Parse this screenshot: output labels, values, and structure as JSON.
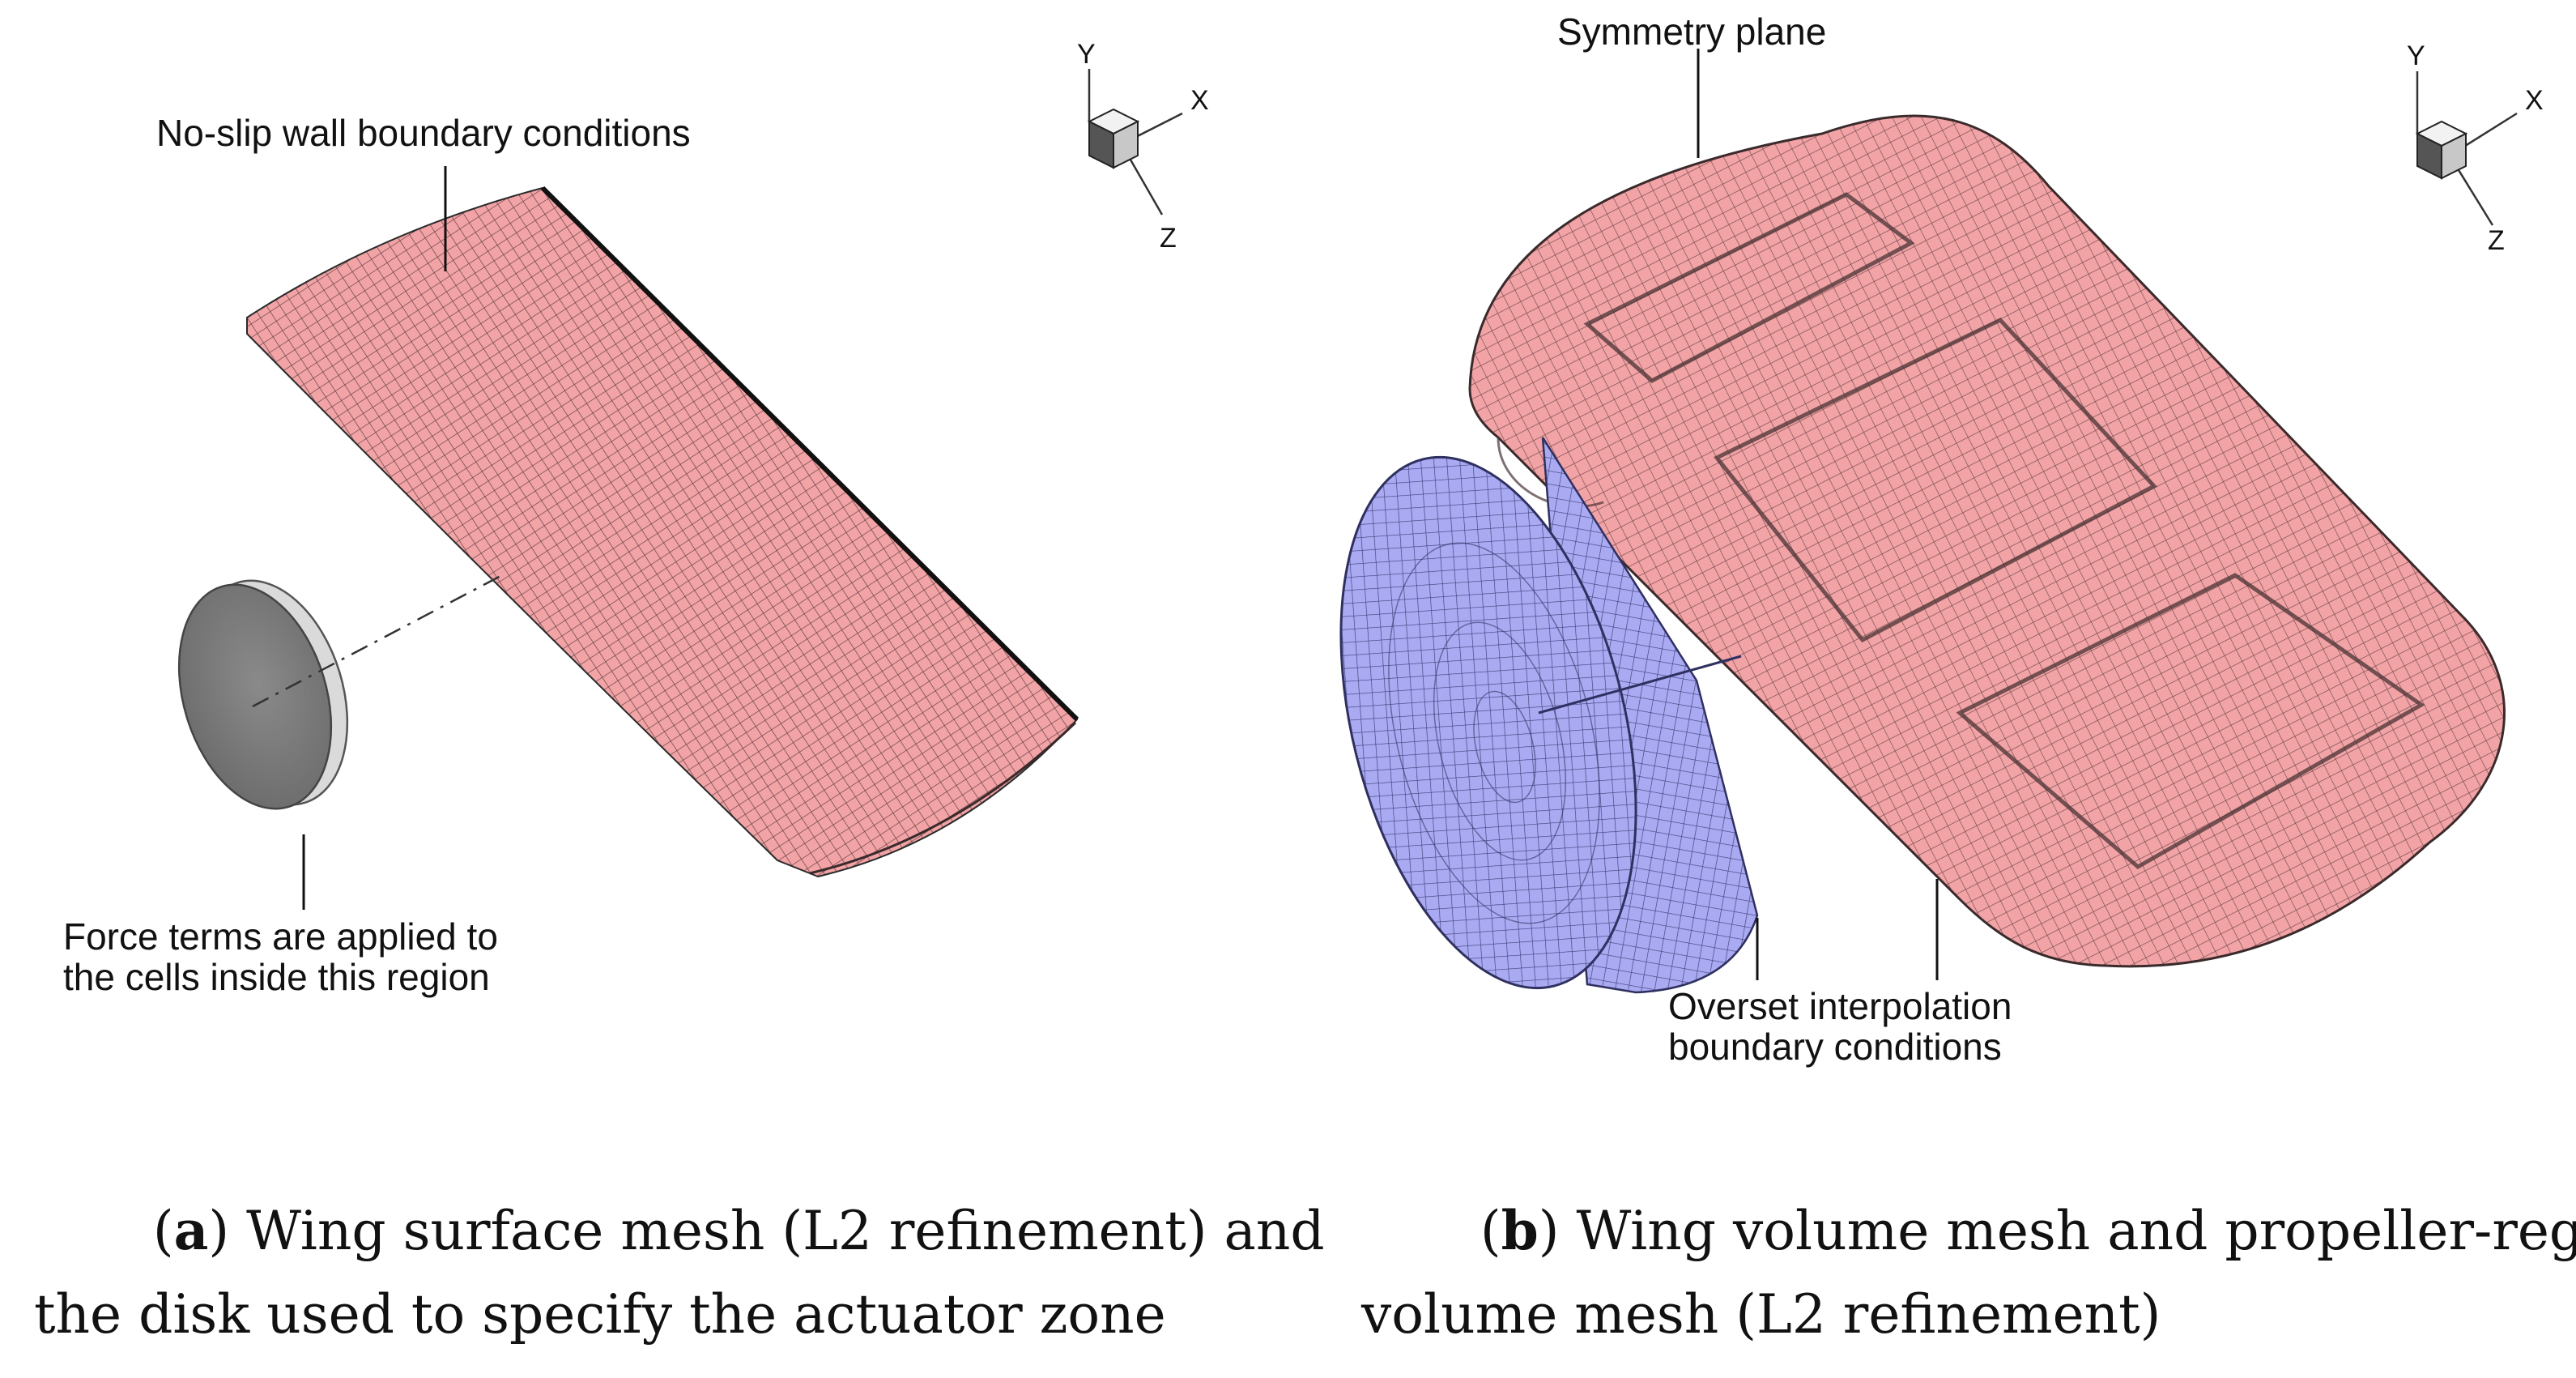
{
  "panel_a": {
    "callout_wall": "No-slip wall boundary conditions",
    "callout_force_line1": "Force terms are applied to",
    "callout_force_line2": "the cells inside this region",
    "axes": {
      "y": "Y",
      "x": "X",
      "z": "Z"
    },
    "caption": {
      "open_paren": "(",
      "letter": "a",
      "close_paren": ")",
      "line1_rest": " Wing surface mesh (L2 refinement) and",
      "line2": "the disk used to specify the actuator zone"
    }
  },
  "panel_b": {
    "callout_symmetry": "Symmetry plane",
    "callout_overset_line1": "Overset interpolation",
    "callout_overset_line2": "boundary conditions",
    "axes": {
      "y": "Y",
      "x": "X",
      "z": "Z"
    },
    "caption": {
      "open_paren": "(",
      "letter": "b",
      "close_paren": ")",
      "line1_rest": " Wing volume mesh and propeller-region",
      "line2": "volume mesh (L2 refinement)"
    }
  },
  "colors": {
    "wing_mesh": "#f2a3a6",
    "wing_edge": "#1a1a1a",
    "propeller_mesh": "#a9aaf2",
    "disk_face": "#808080",
    "disk_rim": "#d6d6d6"
  }
}
